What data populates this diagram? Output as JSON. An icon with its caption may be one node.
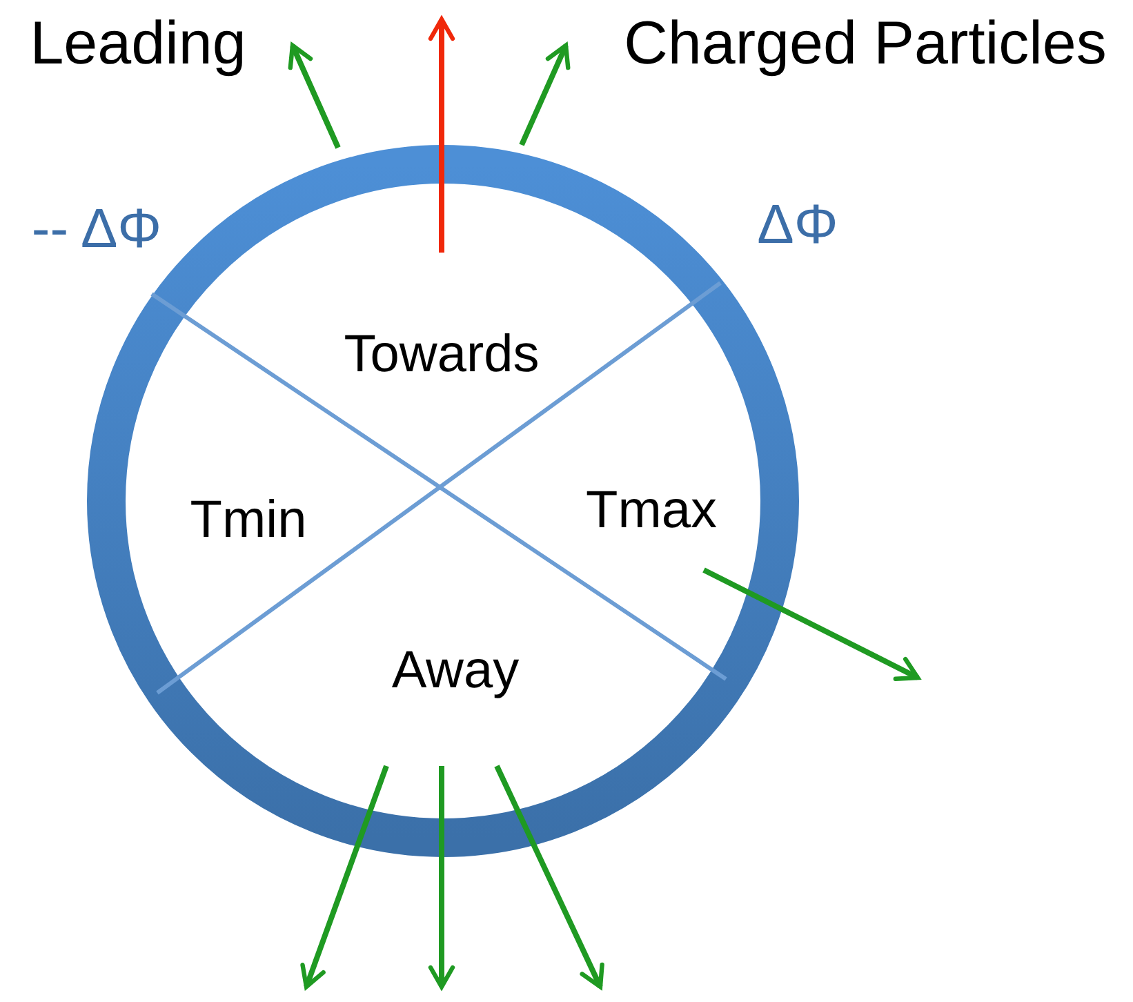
{
  "diagram": {
    "labels": [
      "Leading",
      "Charged Particles",
      "-- ΔΦ",
      "ΔΦ",
      "Towards",
      "Tmin",
      "Tmax",
      "Away"
    ]
  }
}
